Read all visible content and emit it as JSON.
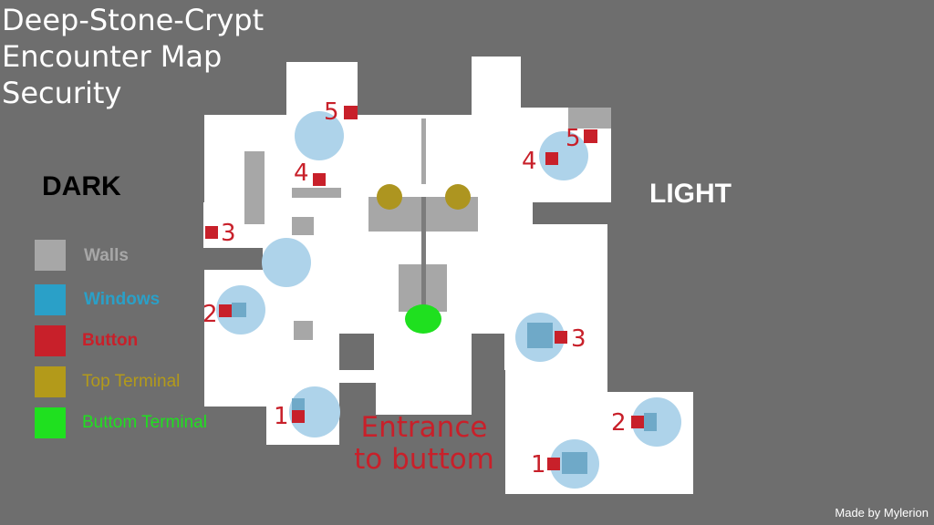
{
  "title": "Deep-Stone-Crypt\nEncounter Map\nSecurity",
  "dark_label": "DARK",
  "light_label": "LIGHT",
  "legend": [
    {
      "label": "Walls",
      "color": "#a7a7a7",
      "text_color": "#a7a7a7",
      "bold": true
    },
    {
      "label": "Windows",
      "color": "#2aa0c8",
      "text_color": "#2aa0c8",
      "bold": true
    },
    {
      "label": "Button",
      "color": "#c8202a",
      "text_color": "#c8202a",
      "bold": true
    },
    {
      "label": "Top Terminal",
      "color": "#b39a1a",
      "text_color": "#b39a1a",
      "bold": false
    },
    {
      "label": "Buttom Terminal",
      "color": "#1fe01f",
      "text_color": "#1fe01f",
      "bold": false
    }
  ],
  "entrance_label": "Entrance\nto buttom",
  "credit": "Made by Mylerion",
  "dark_buttons": [
    "1",
    "2",
    "3",
    "4",
    "5"
  ],
  "light_buttons": [
    "1",
    "2",
    "3",
    "4",
    "5"
  ],
  "colors": {
    "background": "#6e6e6e",
    "floor": "#ffffff",
    "wall": "#a7a7a7",
    "window": "#aed3ea",
    "window_pane": "#6fa9c8",
    "button": "#c8202a",
    "top_terminal": "#ad9520",
    "bottom_terminal": "#1fe01f"
  }
}
